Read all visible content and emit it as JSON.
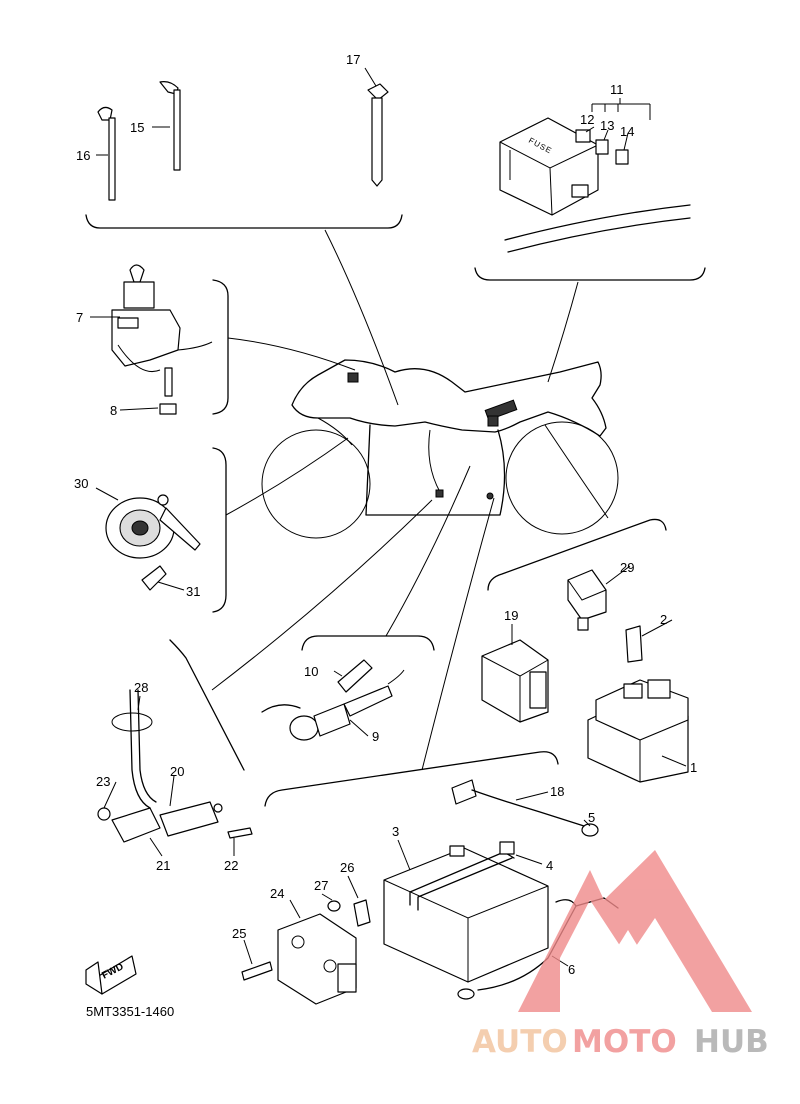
{
  "diagram": {
    "code": "5MT3351-1460",
    "fwd_label": "FWD",
    "fuse_label": "FUSE",
    "callouts": {
      "p1": "1",
      "p2": "2",
      "p3": "3",
      "p4": "4",
      "p5": "5",
      "p6": "6",
      "p7": "7",
      "p8": "8",
      "p9": "9",
      "p10": "10",
      "p11": "11",
      "p12": "12",
      "p13": "13",
      "p14": "14",
      "p15": "15",
      "p16": "16",
      "p17": "17",
      "p18": "18",
      "p19": "19",
      "p20": "20",
      "p21": "21",
      "p22": "22",
      "p23": "23",
      "p24": "24",
      "p25": "25",
      "p26": "26",
      "p27": "27",
      "p28": "28",
      "p29": "29",
      "p30": "30",
      "p31": "31"
    }
  },
  "watermark": {
    "part1": "AUTO",
    "part2": "MOTO",
    "part3": "HUB",
    "colors": {
      "auto": "#f2c39c",
      "moto": "#f08a8a",
      "hub": "#a8a8a8",
      "triangle": "#f08a8a"
    }
  }
}
